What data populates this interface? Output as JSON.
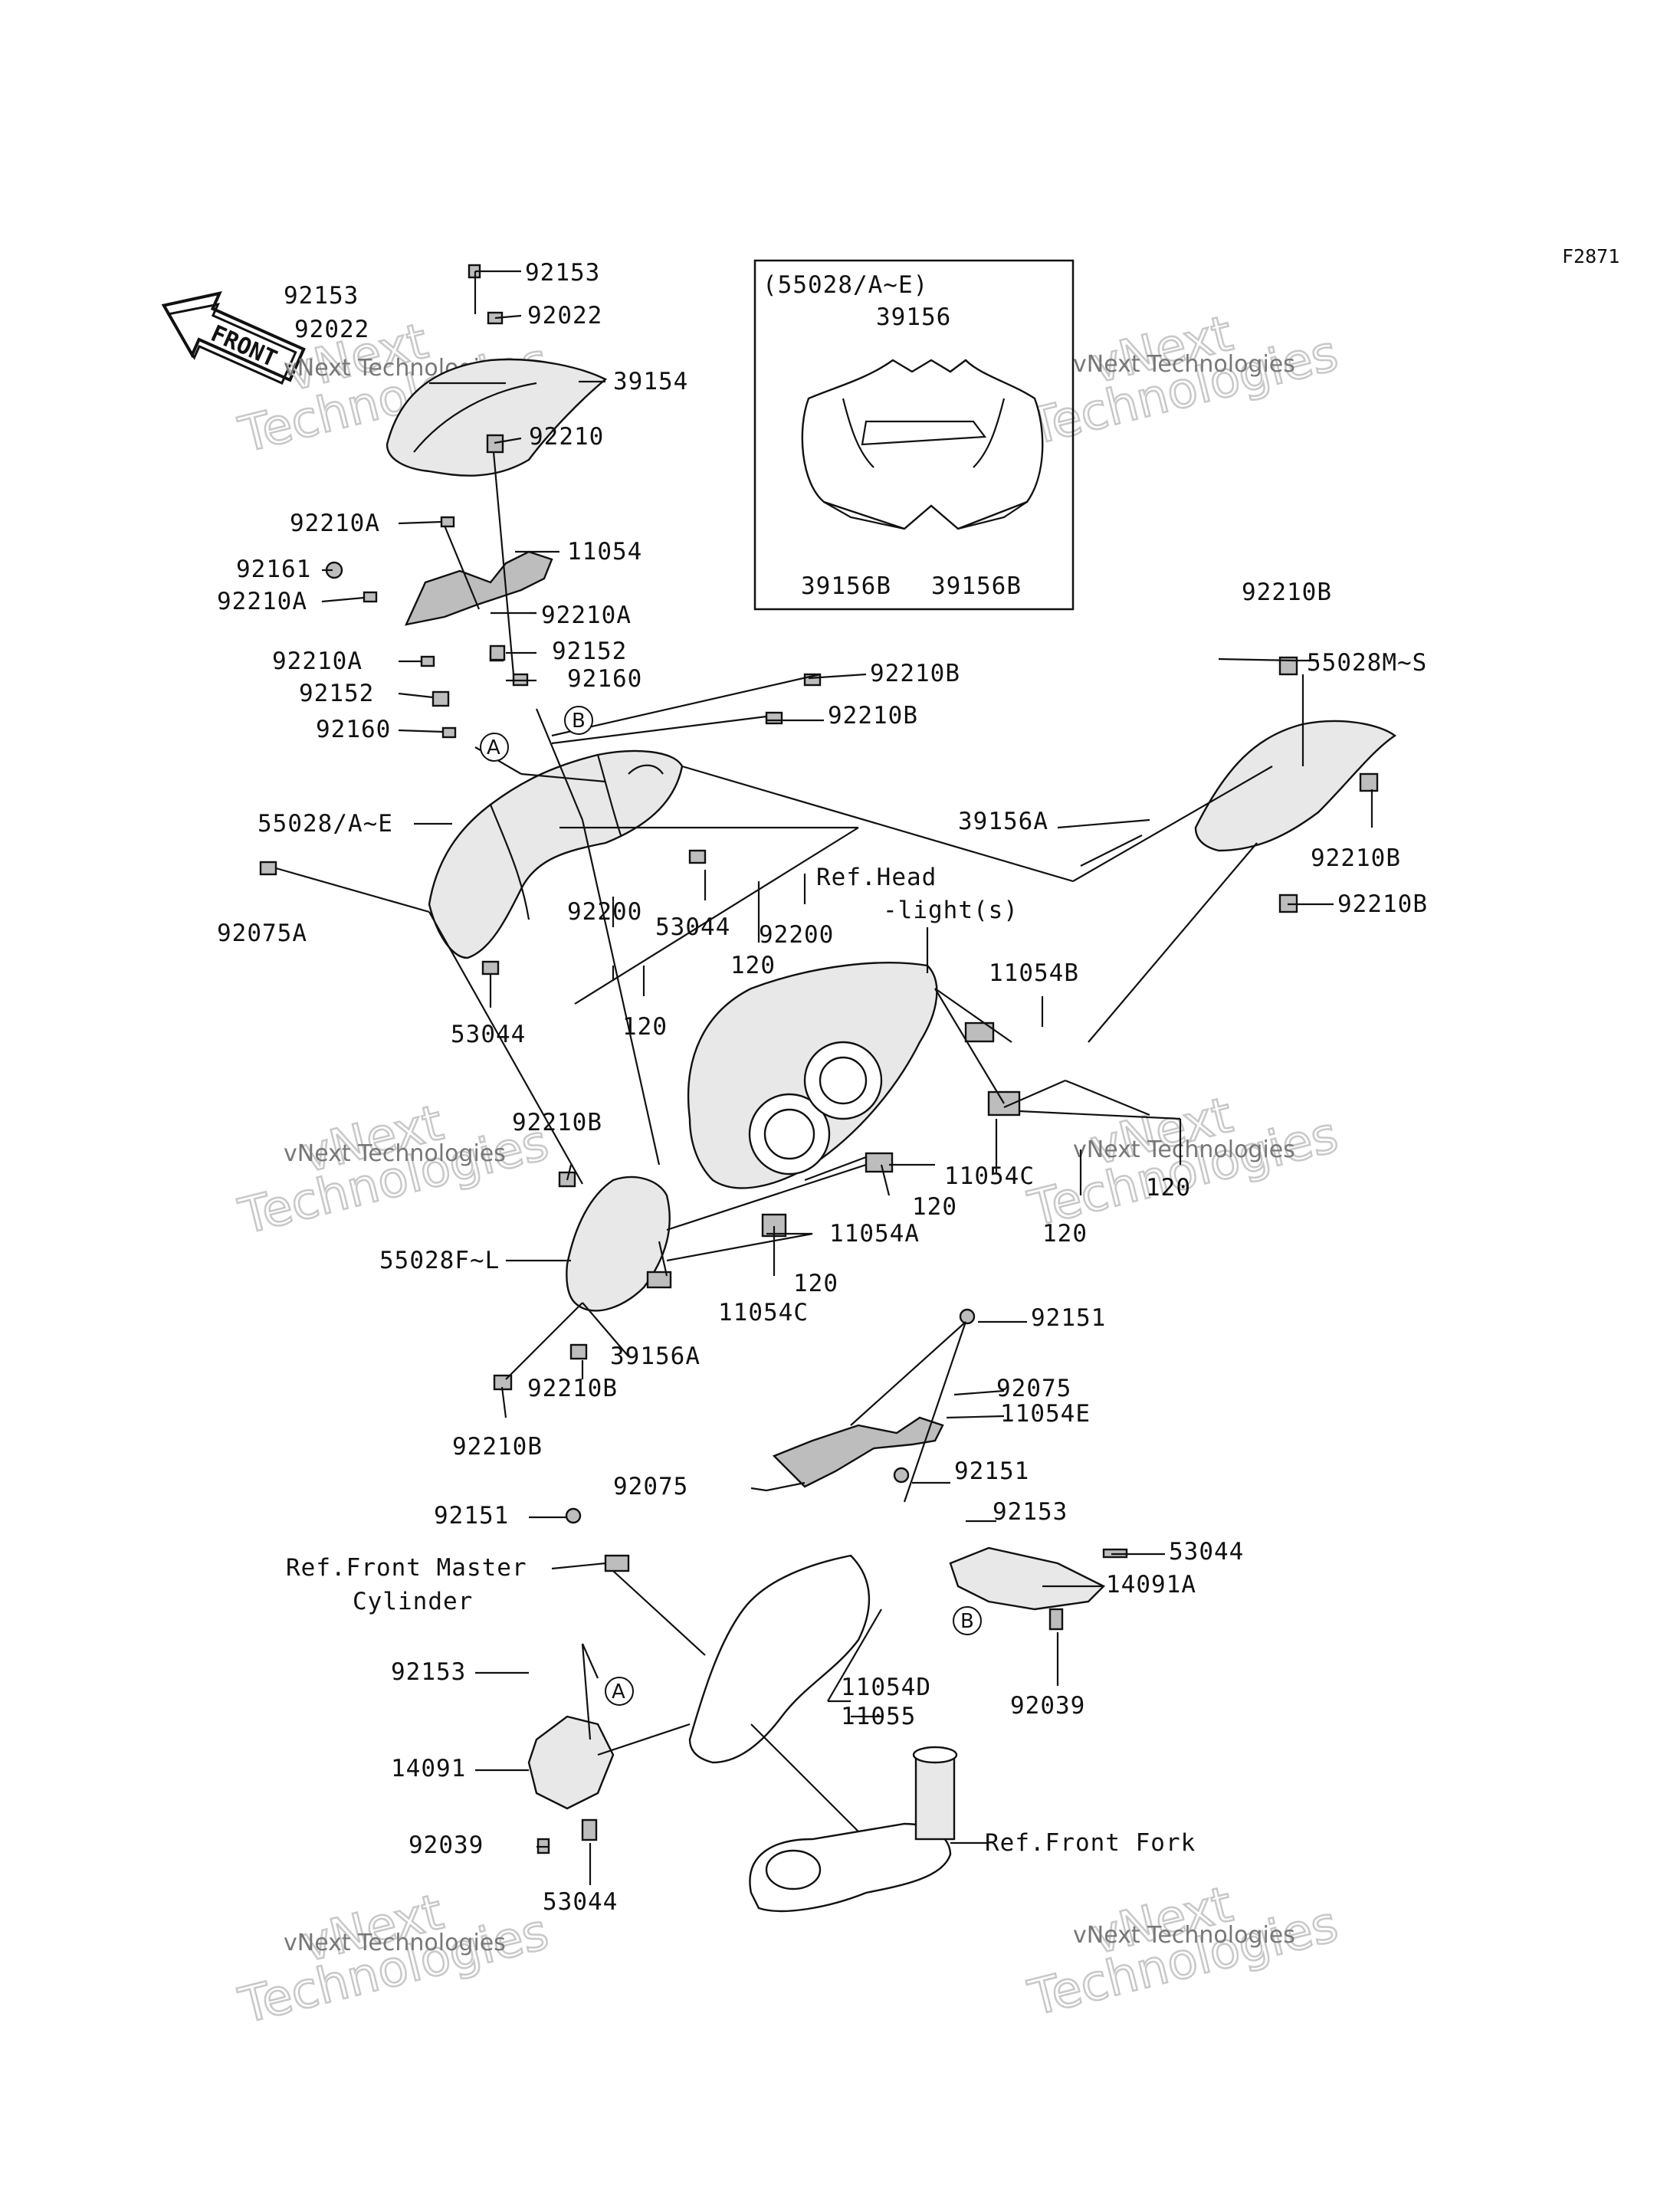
{
  "figure_code": "F2871",
  "front_arrow": {
    "label": "FRONT"
  },
  "inset": {
    "title": "(55028/A~E)"
  },
  "circle_markers": [
    "A",
    "B"
  ],
  "watermark": {
    "line1": "vNext Technologies",
    "line2": "Technologies"
  },
  "labels": [
    "92153",
    "92153",
    "92022",
    "92022",
    "39154",
    "92210",
    "92210A",
    "11054",
    "92161",
    "92210A",
    "92210A",
    "92210A",
    "92152",
    "92152",
    "92160",
    "92160",
    "55028/A~E",
    "92075A",
    "92200",
    "53044",
    "53044",
    "120",
    "92200",
    "120",
    "Ref.Head",
    "-light(s)",
    "92210B",
    "92210B",
    "92210B",
    "55028M~S",
    "39156A",
    "92210B",
    "92210B",
    "11054B",
    "39156",
    "39156B",
    "39156B",
    "92210B",
    "55028F~L",
    "11054C",
    "120",
    "120",
    "11054A",
    "120",
    "120",
    "11054C",
    "39156A",
    "92210B",
    "92210B",
    "92151",
    "92075",
    "11054E",
    "92075",
    "92151",
    "92151",
    "92153",
    "53044",
    "Ref.Front Master",
    "Cylinder",
    "14091A",
    "92039",
    "92153",
    "11054D",
    "11055",
    "14091",
    "Ref.Front Fork",
    "92039",
    "53044"
  ]
}
